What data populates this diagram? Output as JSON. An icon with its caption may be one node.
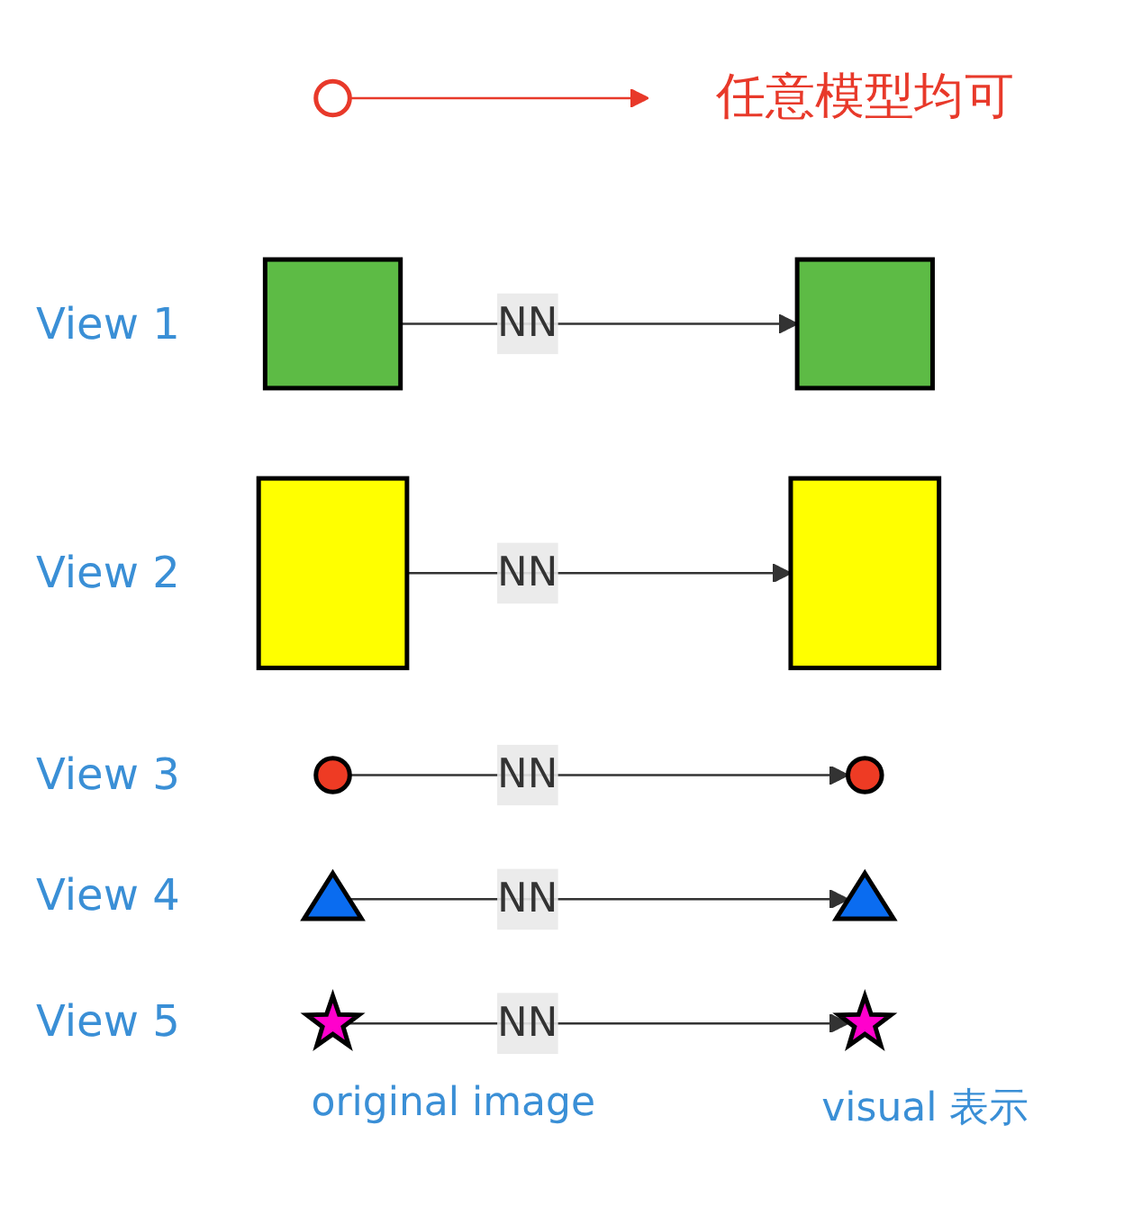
{
  "diagram": {
    "nodes": [
      {
        "text": [
          "任意模型均可"
        ]
      },
      {
        "text": [],
        "shape": "circle"
      },
      {
        "text": [],
        "shape": "box"
      },
      {
        "text": [],
        "shape": "box"
      },
      {
        "text": [],
        "shape": "box"
      },
      {
        "text": [],
        "shape": "box"
      },
      {
        "text": [],
        "shape": "circle"
      },
      {
        "text": [],
        "shape": "circle"
      },
      {
        "text": [],
        "shape": "triangle"
      },
      {
        "text": [],
        "shape": "triangle"
      },
      {
        "text": [],
        "shape": "star"
      },
      {
        "text": [],
        "shape": "star"
      }
    ],
    "edges": [
      {
        "from": 1,
        "to": 0,
        "arrow": "to",
        "color": "#e8392a"
      },
      {
        "from": 2,
        "to": 3,
        "label": "NN",
        "arrow": "to"
      },
      {
        "from": 4,
        "to": 5,
        "label": "NN",
        "arrow": "to"
      },
      {
        "from": 6,
        "to": 7,
        "label": "NN",
        "arrow": "to"
      },
      {
        "from": 8,
        "to": 9,
        "label": "NN",
        "arrow": "to"
      },
      {
        "from": 10,
        "to": 11,
        "label": "NN",
        "arrow": "to"
      }
    ],
    "labels": [
      "View 1",
      "View 2",
      "View 3",
      "View 4",
      "View 5",
      "original image",
      "visual 表示"
    ]
  }
}
